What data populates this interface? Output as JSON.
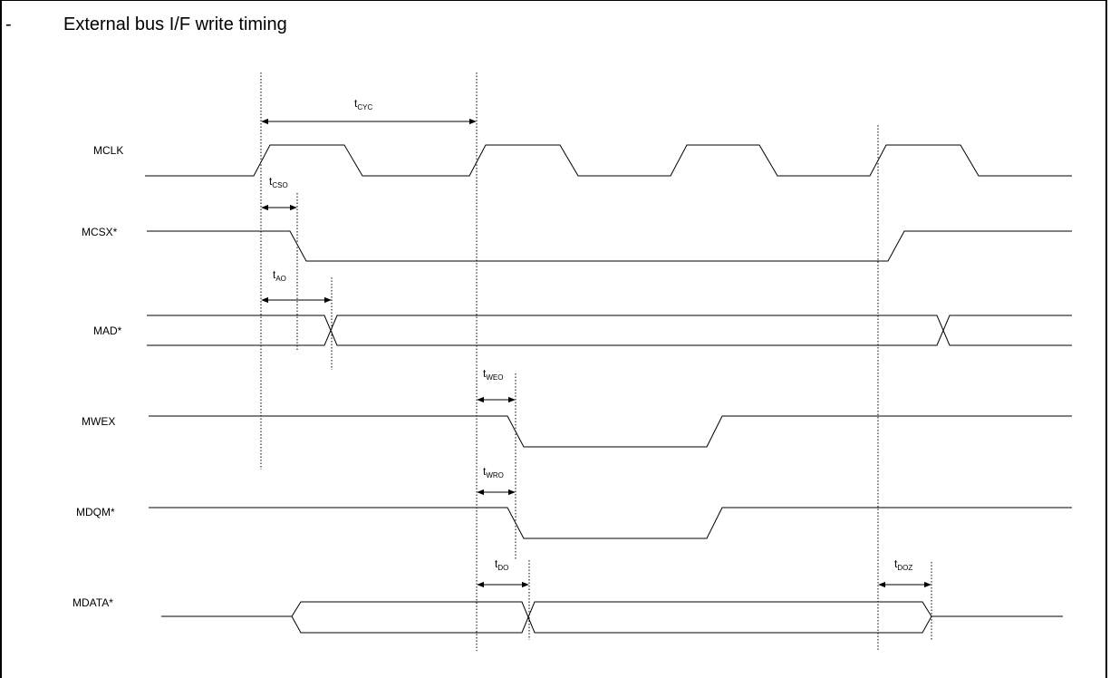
{
  "heading": {
    "bullet": "-",
    "title": "External bus I/F write timing"
  },
  "signals": [
    "MCLK",
    "MCSX*",
    "MAD*",
    "MWEX",
    "MDQM*",
    "MDATA*"
  ],
  "timing_labels": [
    {
      "main": "t",
      "sub": "CYC"
    },
    {
      "main": "t",
      "sub": "CSO"
    },
    {
      "main": "t",
      "sub": "AO"
    },
    {
      "main": "t",
      "sub": "WEO"
    },
    {
      "main": "t",
      "sub": "WRO"
    },
    {
      "main": "t",
      "sub": "DO"
    },
    {
      "main": "t",
      "sub": "DOZ"
    }
  ]
}
